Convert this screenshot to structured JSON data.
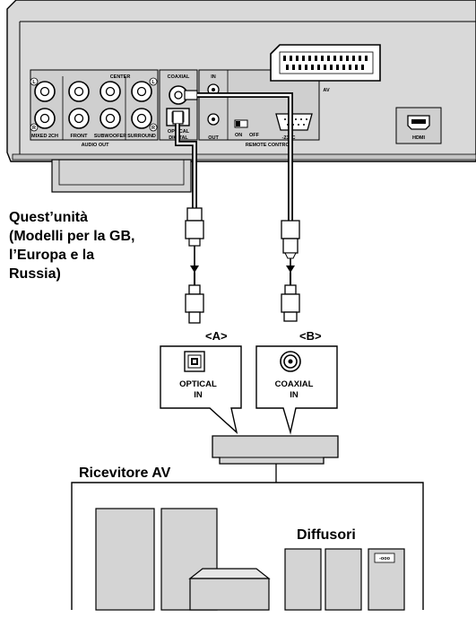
{
  "device_panel": {
    "rca_top_left_marker": "L",
    "rca_top_center_label": "CENTER",
    "rca_top_right_marker": "L",
    "rca_bottom_left_marker": "R",
    "rca_bottom_right_marker": "R",
    "rca_bottom_labels": [
      "MIXED 2CH",
      "FRONT",
      "SUBWOOFER",
      "SURROUND"
    ],
    "audio_out_label": "AUDIO OUT",
    "coaxial_label": "COAXIAL",
    "optical_label": "OPTICAL",
    "digital_label": "DIGITAL",
    "remote_in_label": "IN",
    "remote_out_label": "OUT",
    "switch_on_label": "ON",
    "switch_off_label": "OFF",
    "rs232c_label": "-232C",
    "remote_control_label": "REMOTE CONTROL",
    "av_label": "AV",
    "hdmi_label": "HDMI"
  },
  "unit_caption": [
    "Quest’unità",
    "(Modelli per la GB,",
    "l’Europa e la",
    "Russia)"
  ],
  "callout_a": {
    "tag": "<A>",
    "line1": "OPTICAL",
    "line2": "IN"
  },
  "callout_b": {
    "tag": "<B>",
    "line1": "COAXIAL",
    "line2": "IN"
  },
  "receiver_label": "Ricevitore AV",
  "speakers_label": "Diffusori",
  "speaker_terminal_label": "-ooo"
}
